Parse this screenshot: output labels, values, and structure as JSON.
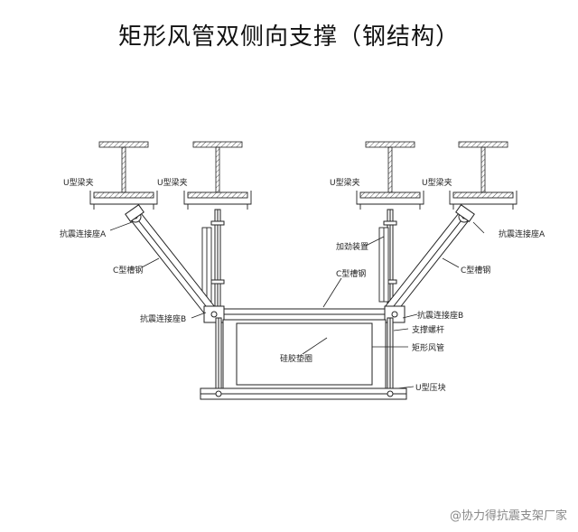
{
  "title": "矩形风管双侧向支撑（钢结构）",
  "labels": {
    "u_clamp_1": "U型梁夹",
    "u_clamp_2": "U型梁夹",
    "u_clamp_3": "U型梁夹",
    "u_clamp_4": "U型梁夹",
    "seat_a_left": "抗震连接座A",
    "seat_a_right": "抗震连接座A",
    "c_channel_left": "C型槽钢",
    "c_channel_right": "C型槽钢",
    "c_channel_center": "C型槽钢",
    "stiffener": "加劲装置",
    "seat_b_left": "抗震连接座B",
    "seat_b_right": "抗震连接座B",
    "support_rod": "支撑螺杆",
    "silicone_gasket": "硅胶垫圈",
    "rect_duct": "矩形风管",
    "u_press_block": "U型压块"
  },
  "watermark": "@协力得抗震支架厂家",
  "colors": {
    "line": "#222222",
    "hatch": "#555555",
    "bg": "#ffffff"
  }
}
